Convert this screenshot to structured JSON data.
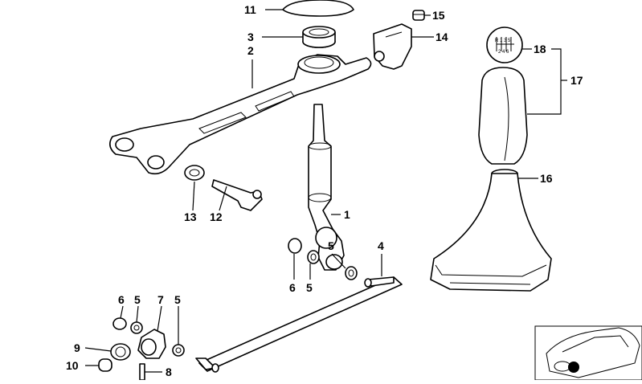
{
  "diagram": {
    "callouts": {
      "c1": "1",
      "c2": "2",
      "c3": "3",
      "c4": "4",
      "c5a": "5",
      "c5b": "5",
      "c5c": "5",
      "c5d": "5",
      "c6a": "6",
      "c6b": "6",
      "c7": "7",
      "c8": "8",
      "c9": "9",
      "c10": "10",
      "c11": "11",
      "c12": "12",
      "c13": "13",
      "c14": "14",
      "c15": "15",
      "c16": "16",
      "c17": "17",
      "c18": "18"
    },
    "shift_pattern": {
      "top_row": "R 1 3 5",
      "bottom_row": "2 4 6"
    }
  }
}
